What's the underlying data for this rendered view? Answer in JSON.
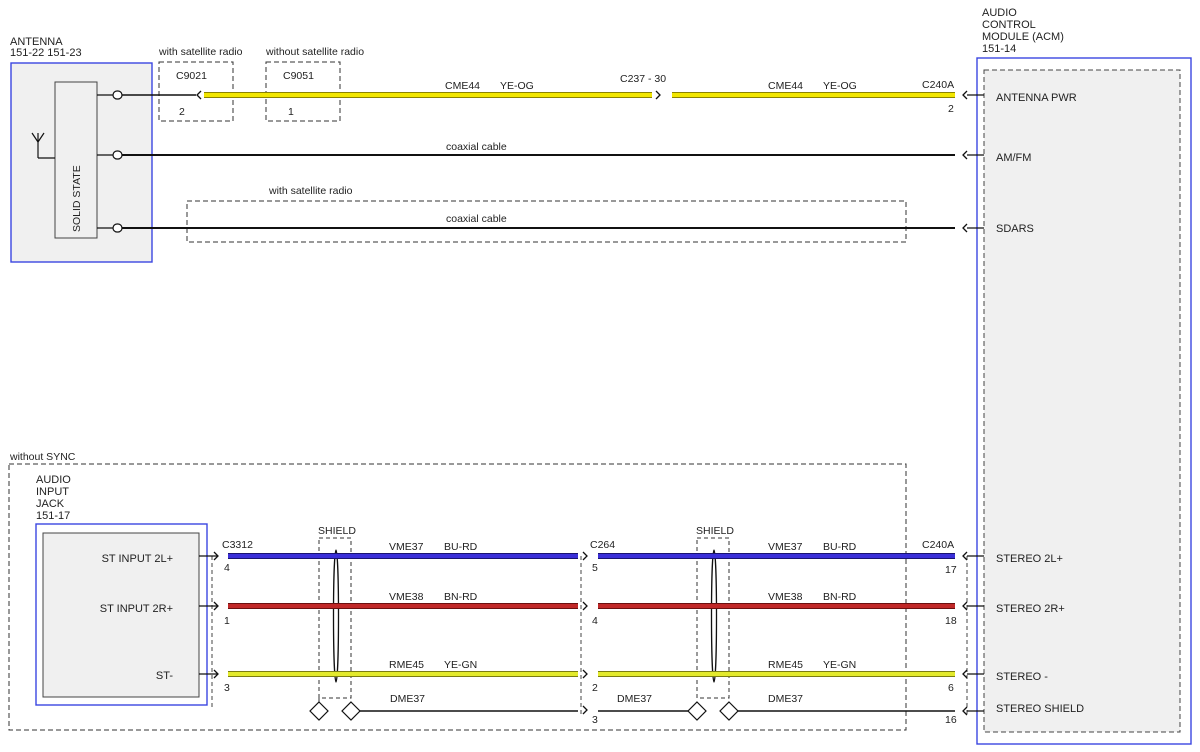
{
  "antenna": {
    "title": "ANTENNA",
    "refs": "151-22   151-23",
    "inner_label": "SOLID STATE"
  },
  "acm": {
    "title_lines": [
      "AUDIO",
      "CONTROL",
      "MODULE (ACM)",
      "151-14"
    ],
    "pins": {
      "antenna_pwr": "ANTENNA PWR",
      "am_fm": "AM/FM",
      "sdars": "SDARS",
      "stereo_2l": "STEREO 2L+",
      "stereo_2r": "STEREO 2R+",
      "stereo_minus": "STEREO -",
      "stereo_shield": "STEREO SHIELD"
    }
  },
  "option_labels": {
    "with_sat": "with satellite radio",
    "without_sat": "without satellite radio",
    "with_sat_2": "with satellite radio",
    "without_sync": "without SYNC"
  },
  "connectors": {
    "c9021": "C9021",
    "c9021_pin": "2",
    "c9051": "C9051",
    "c9051_pin": "1",
    "c237": "C237  -  30",
    "c240a_top": "C240A",
    "c240a_top_pin": "2",
    "c3312": "C3312",
    "c3312_pins": [
      "4",
      "1",
      "3"
    ],
    "c264": "C264",
    "c264_pins": [
      "5",
      "4",
      "2",
      "3"
    ],
    "c240a_bottom": "C240A",
    "c240a_bottom_pins": [
      "17",
      "18",
      "6",
      "16"
    ]
  },
  "wires": {
    "cme44_circuit": "CME44",
    "cme44_color": "YE-OG",
    "coax_1": "coaxial cable",
    "coax_2": "coaxial cable",
    "vme37_circuit": "VME37",
    "vme37_color": "BU-RD",
    "vme38_circuit": "VME38",
    "vme38_color": "BN-RD",
    "rme45_circuit": "RME45",
    "rme45_color": "YE-GN",
    "dme37": "DME37"
  },
  "shield_label": "SHIELD",
  "jack": {
    "title_lines": [
      "AUDIO",
      "INPUT",
      "JACK",
      "151-17"
    ],
    "pins": {
      "st_2l": "ST INPUT 2L+",
      "st_2r": "ST INPUT 2R+",
      "st_minus": "ST-"
    }
  },
  "colors": {
    "module_outline": "#3b46e0",
    "module_fill": "#f0f0f0",
    "wire_yellow": "#f2e600",
    "wire_yellow_edge": "#8a8200",
    "wire_blue": "#3a2fd8",
    "wire_red": "#c02828",
    "wire_yellow_green": "#e3ea2c",
    "wire_black": "#111111"
  }
}
